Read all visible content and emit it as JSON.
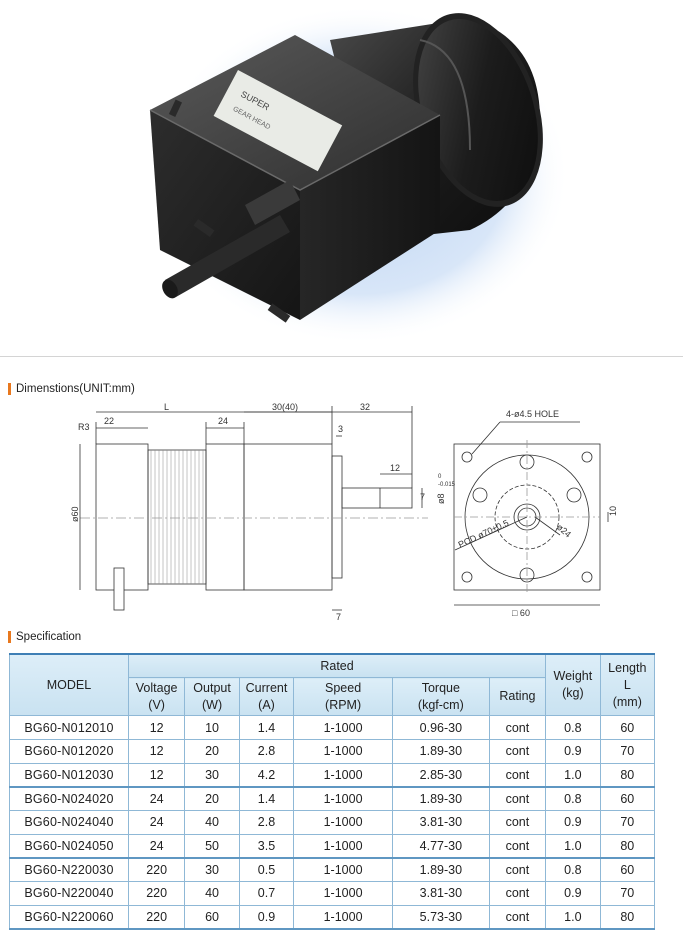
{
  "photo": {
    "label_text": "GEAR HEAD",
    "brand_text": "SUPER"
  },
  "dimensions": {
    "title": "Dimenstions(UNIT:mm)",
    "labels": {
      "l": "L",
      "dim_22": "22",
      "dim_24": "24",
      "dim_30_40": "30(40)",
      "dim_32": "32",
      "dim_3": "3",
      "dim_12": "12",
      "dim_7": "7",
      "dim_7b": "7",
      "r3": "R3",
      "phi60": "ø60",
      "phi8": "ø8",
      "phi8_tol": "0",
      "phi8_tol2": "-0.015",
      "hole": "4-ø4.5 HOLE",
      "pcd": "PCD ø70±0.5",
      "phi24": "ø24",
      "dim_10": "10",
      "sq60": "□ 60"
    }
  },
  "specification": {
    "title": "Specification",
    "headers": {
      "model": "MODEL",
      "rated": "Rated",
      "voltage": "Voltage",
      "voltage_unit": "(V)",
      "output": "Output",
      "output_unit": "(W)",
      "current": "Current",
      "current_unit": "(A)",
      "speed": "Speed",
      "speed_unit": "(RPM)",
      "torque": "Torque",
      "torque_unit": "(kgf-cm)",
      "rating": "Rating",
      "weight": "Weight",
      "weight_unit": "(kg)",
      "length": "Length",
      "length_l": "L",
      "length_unit": "(mm)"
    },
    "rows": [
      {
        "model": "BG60-N012010",
        "voltage": "12",
        "output": "10",
        "current": "1.4",
        "speed": "1-1000",
        "torque": "0.96-30",
        "rating": "cont",
        "weight": "0.8",
        "length": "60"
      },
      {
        "model": "BG60-N012020",
        "voltage": "12",
        "output": "20",
        "current": "2.8",
        "speed": "1-1000",
        "torque": "1.89-30",
        "rating": "cont",
        "weight": "0.9",
        "length": "70"
      },
      {
        "model": "BG60-N012030",
        "voltage": "12",
        "output": "30",
        "current": "4.2",
        "speed": "1-1000",
        "torque": "2.85-30",
        "rating": "cont",
        "weight": "1.0",
        "length": "80"
      },
      {
        "model": "BG60-N024020",
        "voltage": "24",
        "output": "20",
        "current": "1.4",
        "speed": "1-1000",
        "torque": "1.89-30",
        "rating": "cont",
        "weight": "0.8",
        "length": "60"
      },
      {
        "model": "BG60-N024040",
        "voltage": "24",
        "output": "40",
        "current": "2.8",
        "speed": "1-1000",
        "torque": "3.81-30",
        "rating": "cont",
        "weight": "0.9",
        "length": "70"
      },
      {
        "model": "BG60-N024050",
        "voltage": "24",
        "output": "50",
        "current": "3.5",
        "speed": "1-1000",
        "torque": "4.77-30",
        "rating": "cont",
        "weight": "1.0",
        "length": "80"
      },
      {
        "model": "BG60-N220030",
        "voltage": "220",
        "output": "30",
        "current": "0.5",
        "speed": "1-1000",
        "torque": "1.89-30",
        "rating": "cont",
        "weight": "0.8",
        "length": "60"
      },
      {
        "model": "BG60-N220040",
        "voltage": "220",
        "output": "40",
        "current": "0.7",
        "speed": "1-1000",
        "torque": "3.81-30",
        "rating": "cont",
        "weight": "0.9",
        "length": "70"
      },
      {
        "model": "BG60-N220060",
        "voltage": "220",
        "output": "60",
        "current": "0.9",
        "speed": "1-1000",
        "torque": "5.73-30",
        "rating": "cont",
        "weight": "1.0",
        "length": "80"
      }
    ]
  }
}
